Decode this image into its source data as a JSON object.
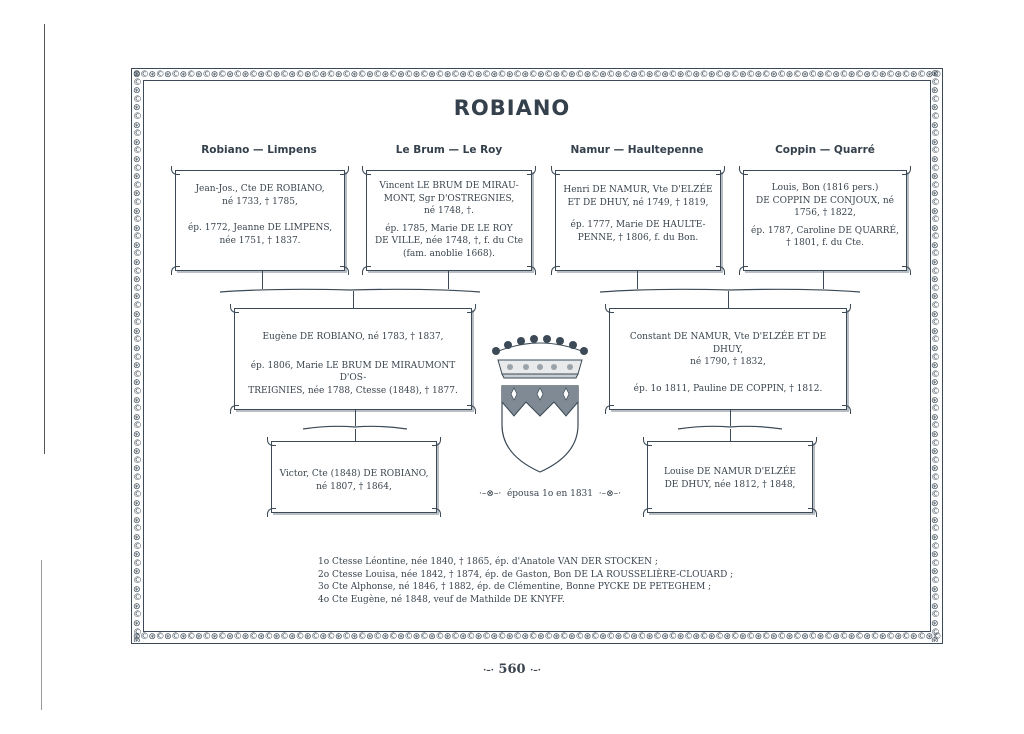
{
  "page": {
    "title": "ROBIANO",
    "page_number": "560",
    "ornament_glyphs": "⊛©⊛©⊛©⊛©⊛©⊛©⊛©⊛©⊛©⊛©⊛©⊛©⊛©⊛©⊛©⊛©⊛©⊛©⊛©⊛©⊛©⊛©⊛©⊛©⊛©⊛©⊛©⊛©⊛©⊛©⊛©⊛©⊛©⊛©⊛©⊛©⊛©⊛©⊛©⊛©⊛©⊛©⊛©⊛©⊛©⊛©⊛©⊛©⊛©⊛©⊛©⊛©⊛©⊛©⊛©⊛©⊛©⊛©⊛©⊛©⊛©⊛©⊛©⊛©⊛©⊛©⊛©⊛©⊛©⊛©⊛©⊛©⊛©⊛©⊛©⊛©⊛©⊛©⊛©⊛©⊛©⊛©⊛©⊛©⊛©⊛©⊛©⊛©⊛©⊛©⊛©⊛©⊛©⊛©⊛©⊛©⊛©⊛©"
  },
  "columns": [
    {
      "heading": "Robiano — Limpens"
    },
    {
      "heading": "Le Brum — Le Roy"
    },
    {
      "heading": "Namur — Haultepenne"
    },
    {
      "heading": "Coppin — Quarré"
    }
  ],
  "grandparents": [
    {
      "line1": "Jean-Jos., Cte DE ROBIANO,\nné 1733, † 1785,",
      "line2": "ép. 1772, Jeanne DE LIMPENS,\nnée 1751, † 1837."
    },
    {
      "line1": "Vincent LE BRUM DE MIRAU-\nMONT, Sgr D'OSTREGNIES,\nné 1748, †.",
      "line2": "ép. 1785, Marie DE LE ROY\nDE VILLE, née 1748, †, f. du Cte\n(fam. anoblie 1668)."
    },
    {
      "line1": "Henri DE NAMUR, Vte D'ELZÉE\nET DE DHUY, né 1749, † 1819,",
      "line2": "ép. 1777, Marie DE HAULTE-\nPENNE, † 1806, f. du Bon."
    },
    {
      "line1": "Louis, Bon (1816 pers.)\nDE COPPIN DE CONJOUX, né\n1756, † 1822,",
      "line2": "ép. 1787, Caroline DE QUARRÉ,\n† 1801, f. du Cte."
    }
  ],
  "parents": [
    {
      "line1": "Eugène DE ROBIANO, né 1783, † 1837,",
      "line2": "ép. 1806, Marie LE BRUM DE MIRAUMONT D'OS-\nTREIGNIES, née 1788, Ctesse (1848), † 1877."
    },
    {
      "line1": "Constant DE NAMUR, Vte D'ELZÉE ET DE DHUY,\nné 1790, † 1832,",
      "line2": "ép. 1o 1811, Pauline DE COPPIN, † 1812."
    }
  ],
  "couple": [
    {
      "text": "Victor, Cte (1848) DE ROBIANO,\nné 1807, † 1864,"
    },
    {
      "text": "Louise DE NAMUR D'ELZÉE\nDE DHUY, née 1812, † 1848,"
    }
  ],
  "marriage": {
    "text": "épousa 1o en 1831"
  },
  "children": [
    "1o Ctesse Léontine, née 1840, † 1865, ép. d'Anatole VAN DER STOCKEN ;",
    "2o Ctesse Louisa, née 1842, † 1874, ép. de Gaston, Bon DE LA ROUSSELIÈRE-CLOUARD ;",
    "3o Cte Alphonse, né 1846, † 1882, ép. de Clémentine, Bonne PYCKE DE PETEGHEM ;",
    "4o Cte Eugène, né 1848, veuf de Mathilde DE KNYFF."
  ]
}
